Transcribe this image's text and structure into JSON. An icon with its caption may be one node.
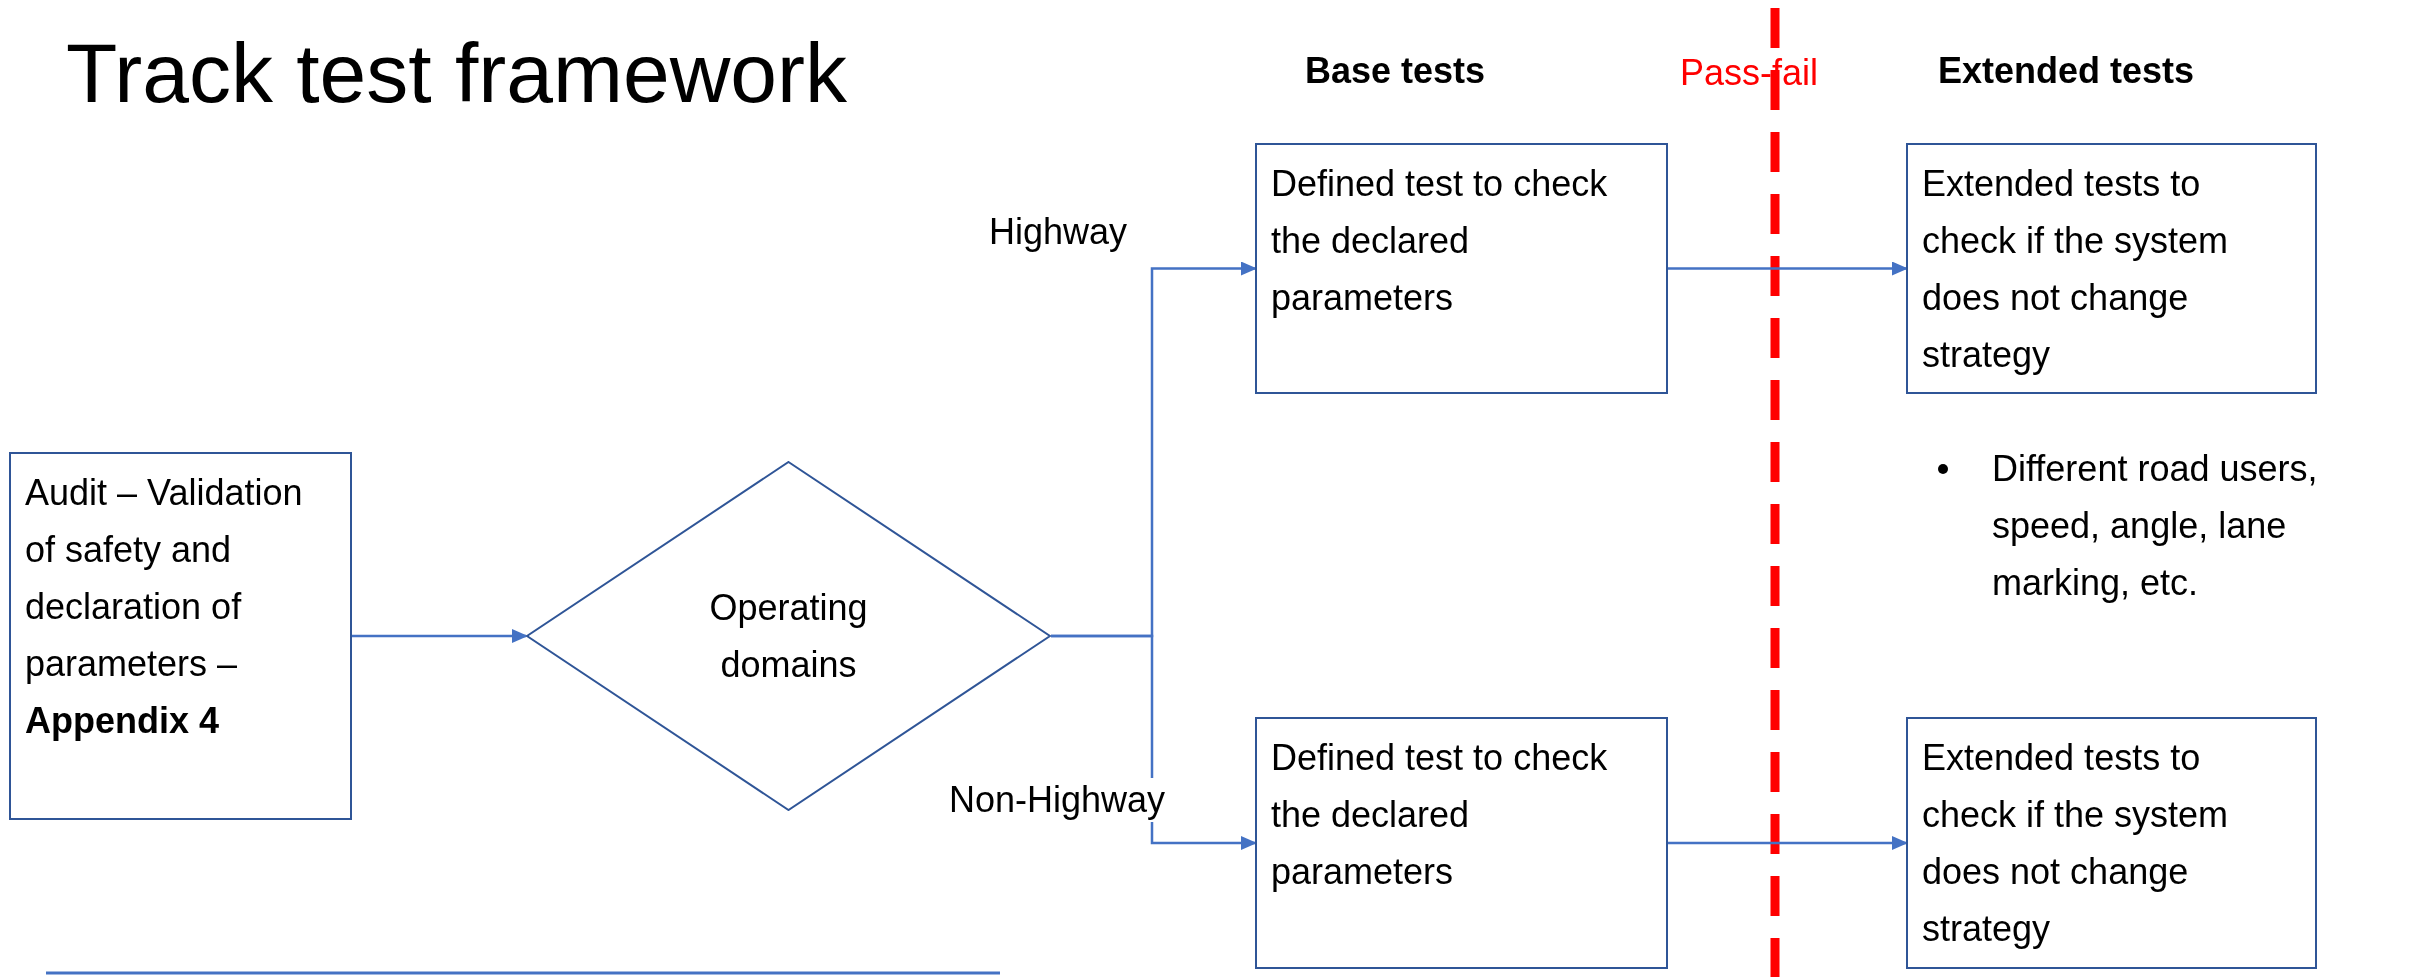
{
  "diagram": {
    "title": "Track test framework",
    "nodes": [
      {
        "text": [
          "Audit – Validation of safety and declaration of parameters – **Appendix 4**"
        ]
      },
      {
        "text": [
          "Operating domains"
        ]
      },
      {
        "text": [
          "Defined test to check the declared parameters"
        ]
      },
      {
        "text": [
          "Extended tests to check if the system does not change strategy"
        ]
      },
      {
        "text": [
          "Defined test to check the declared parameters"
        ]
      },
      {
        "text": [
          "Extended tests to check if the system does not change strategy"
        ]
      }
    ],
    "edges": [
      {
        "from": 0,
        "to": 1,
        "arrow": "to"
      },
      {
        "from": 1,
        "to": 2,
        "arrow": "to",
        "label": "Highway"
      },
      {
        "from": 1,
        "to": 4,
        "arrow": "to",
        "label": "Non-Highway"
      },
      {
        "from": 2,
        "to": 3,
        "arrow": "to"
      },
      {
        "from": 4,
        "to": 5,
        "arrow": "to"
      }
    ],
    "labels": [
      "Base tests",
      "Pass-fail",
      "Extended tests",
      "Different road users, speed, angle, lane marking, etc."
    ]
  }
}
